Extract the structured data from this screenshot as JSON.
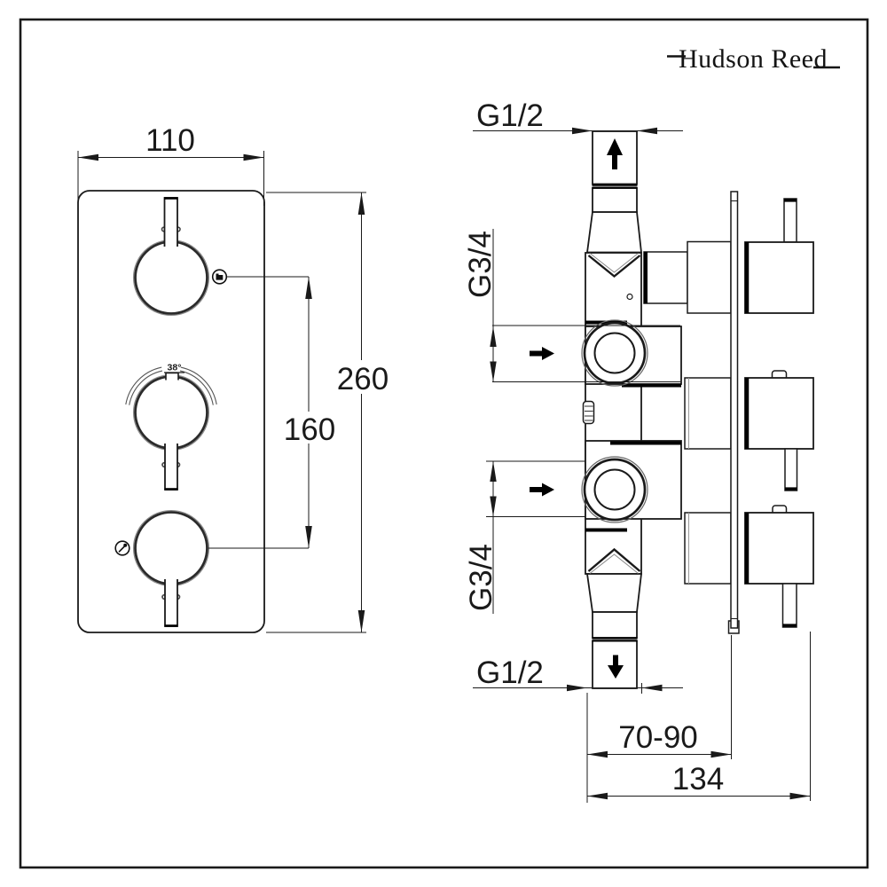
{
  "page": {
    "background": "#ffffff",
    "ink": "#111111"
  },
  "brand": {
    "logo_text": "Hudson Reed"
  },
  "front_view": {
    "width_mm": "110",
    "height_mm": "260",
    "knob_spacing_mm": "160",
    "thermostat_mark": "38°",
    "icons": {
      "top_knob_function": "bath-spout-icon",
      "bottom_knob_function": "hand-shower-icon"
    }
  },
  "side_view": {
    "top_outlet_thread": "G1/2",
    "inlet_thread_top": "G3/4",
    "inlet_thread_bottom": "G3/4",
    "bottom_outlet_thread": "G1/2",
    "recessed_depth_range_mm": "70-90",
    "overall_depth_mm": "134",
    "icons": {
      "flow_direction": "solid-black-arrows"
    }
  }
}
